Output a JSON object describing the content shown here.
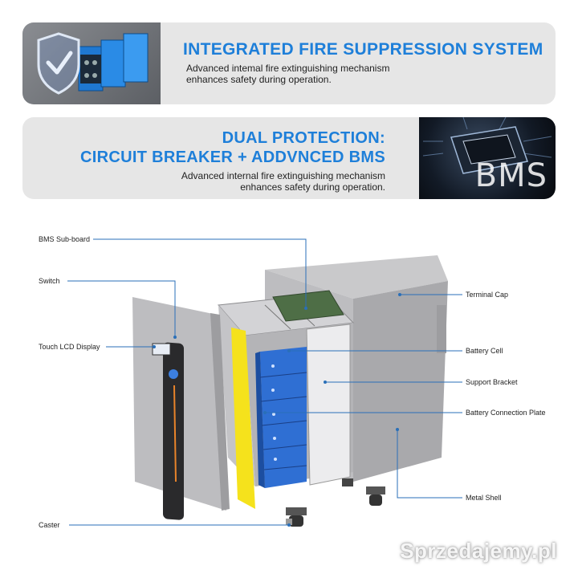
{
  "banner1": {
    "title": "INTEGRATED FIRE SUPPRESSION SYSTEM",
    "subtitle_line1": "Advanced intemal fire extinguishing mechanism",
    "subtitle_line2": "enhances safety during operation."
  },
  "banner2": {
    "title_line1": "DUAL PROTECTION:",
    "title_line2": "CIRCUIT BREAKER + ADDVNCED BMS",
    "subtitle_line1": "Advanced internal fire extinguishing mechanism",
    "subtitle_line2": "enhances safety during operation.",
    "bms_text": "BMS"
  },
  "labels": {
    "bms_subboard": "BMS Sub-board",
    "switch": "Switch",
    "touch_lcd": "Touch LCD Display",
    "caster": "Caster",
    "terminal_cap": "Terminal Cap",
    "battery_cell": "Battery Cell",
    "support_bracket": "Support Bracket",
    "battery_connection_plate": "Battery Connection Plate",
    "metal_shell": "Metal Shell"
  },
  "colors": {
    "accent_blue": "#1e7fd9",
    "leader_line": "#2a6fb8",
    "orange_strip": "#e8832a",
    "yellow_sheet": "#f5e21c"
  },
  "watermark": "Sprzedajemy.pl"
}
